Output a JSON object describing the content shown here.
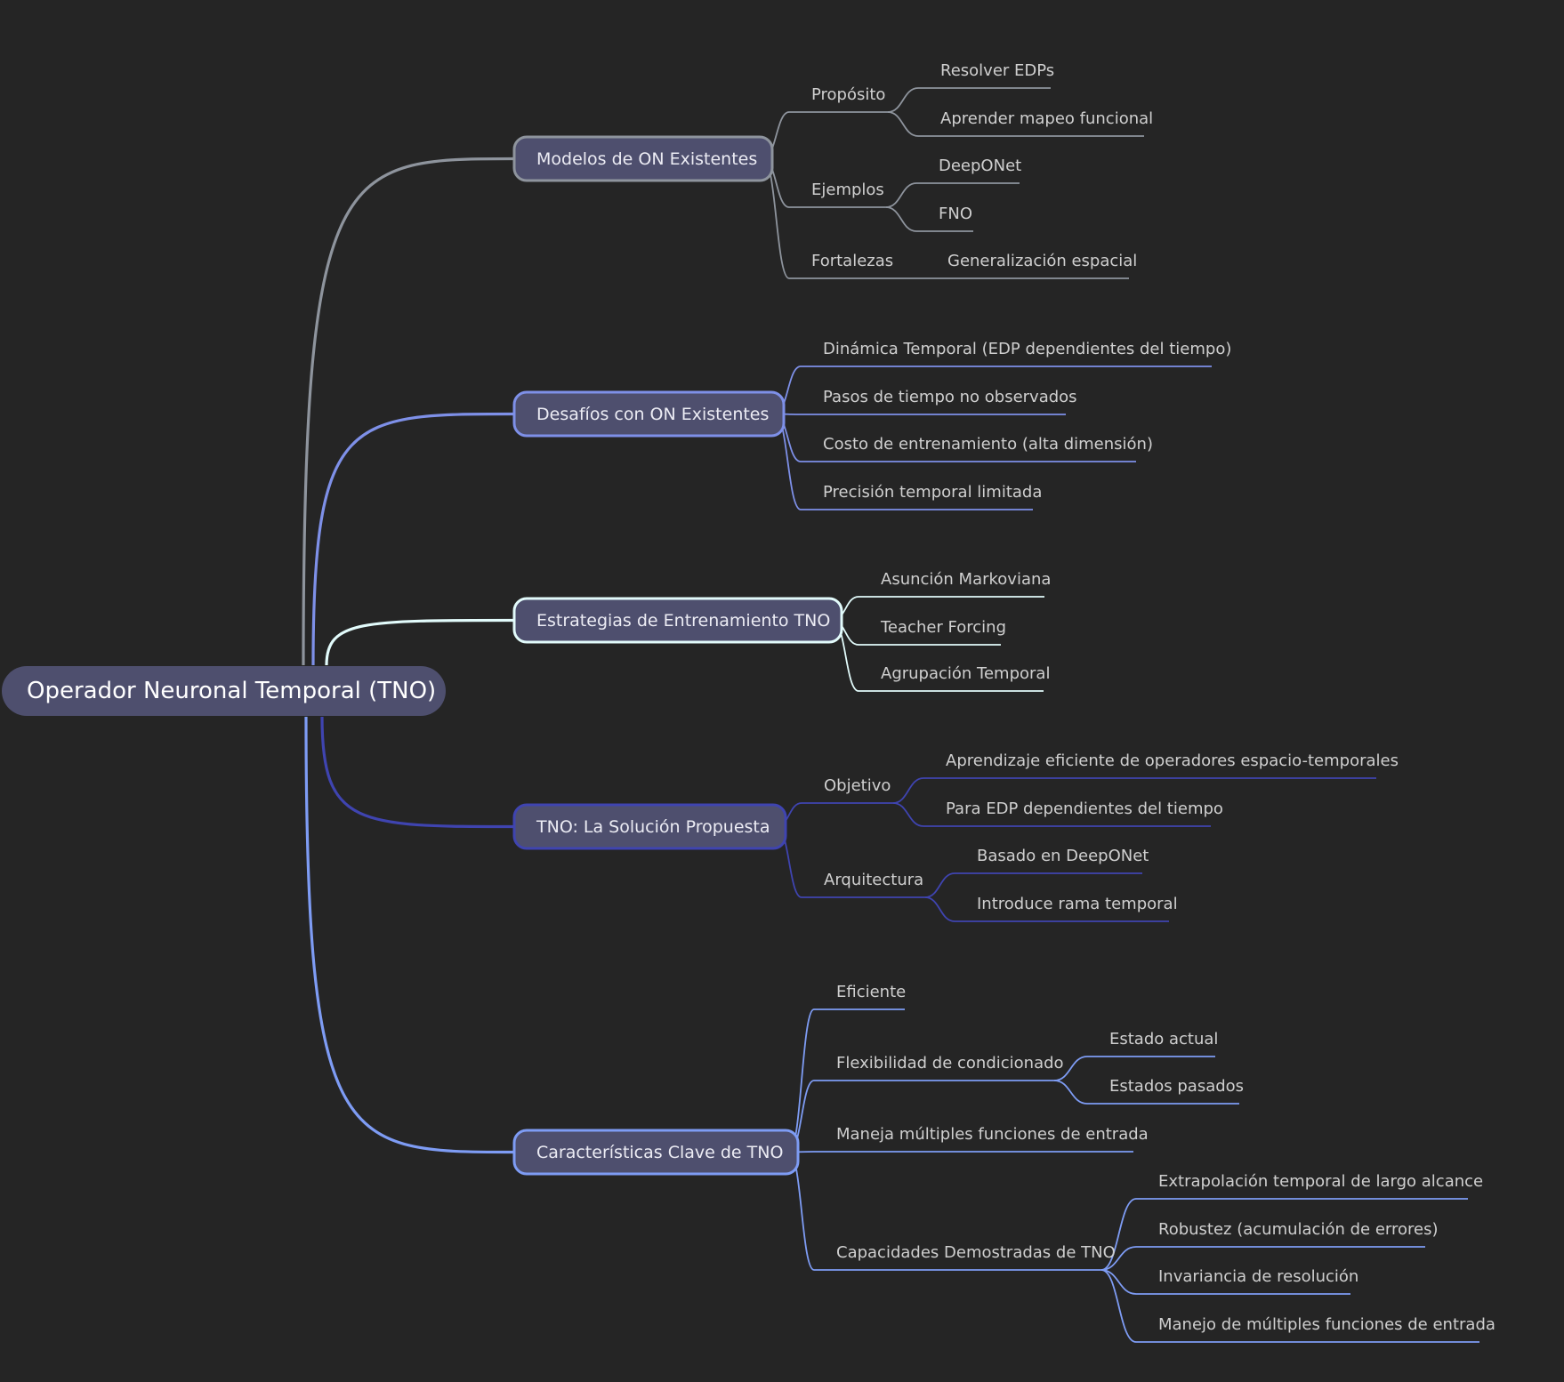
{
  "root": {
    "label": "Operador Neuronal Temporal (TNO)",
    "color": "#4e4f6e"
  },
  "colors": {
    "background": "#252525",
    "node_fill": "#4e4f6e",
    "text": "#cfcfcf",
    "branch_text": "#ececf4"
  },
  "branches": [
    {
      "label": "Modelos de ON Existentes",
      "color": "#8e949d",
      "children": [
        {
          "label": "Propósito",
          "children": [
            {
              "label": "Resolver EDPs"
            },
            {
              "label": "Aprender mapeo funcional"
            }
          ]
        },
        {
          "label": "Ejemplos",
          "children": [
            {
              "label": "DeepONet"
            },
            {
              "label": "FNO"
            }
          ]
        },
        {
          "label": "Fortalezas",
          "children": [
            {
              "label": "Generalización espacial"
            }
          ]
        }
      ]
    },
    {
      "label": "Desafíos con ON Existentes",
      "color": "#7e90e8",
      "children": [
        {
          "label": "Dinámica Temporal (EDP dependientes del tiempo)"
        },
        {
          "label": "Pasos de tiempo no observados"
        },
        {
          "label": "Costo de entrenamiento (alta dimensión)"
        },
        {
          "label": "Precisión temporal limitada"
        }
      ]
    },
    {
      "label": "Estrategias de Entrenamiento TNO",
      "color": "#e2fbfb",
      "children": [
        {
          "label": "Asunción Markoviana"
        },
        {
          "label": "Teacher Forcing"
        },
        {
          "label": "Agrupación Temporal"
        }
      ]
    },
    {
      "label": "TNO: La Solución Propuesta",
      "color": "#3f44b0",
      "children": [
        {
          "label": "Objetivo",
          "children": [
            {
              "label": "Aprendizaje eficiente de operadores espacio-temporales"
            },
            {
              "label": "Para EDP dependientes del tiempo"
            }
          ]
        },
        {
          "label": "Arquitectura",
          "children": [
            {
              "label": "Basado en DeepONet"
            },
            {
              "label": "Introduce rama temporal"
            }
          ]
        }
      ]
    },
    {
      "label": "Características Clave de TNO",
      "color": "#7e9cf4",
      "children": [
        {
          "label": "Eficiente"
        },
        {
          "label": "Flexibilidad de condicionado",
          "children": [
            {
              "label": "Estado actual"
            },
            {
              "label": "Estados pasados"
            }
          ]
        },
        {
          "label": "Maneja múltiples funciones de entrada"
        },
        {
          "label": "Capacidades Demostradas de TNO",
          "children": [
            {
              "label": "Extrapolación temporal de largo alcance"
            },
            {
              "label": "Robustez (acumulación de errores)"
            },
            {
              "label": "Invariancia de resolución"
            },
            {
              "label": "Manejo de múltiples funciones de entrada"
            }
          ]
        }
      ]
    }
  ]
}
